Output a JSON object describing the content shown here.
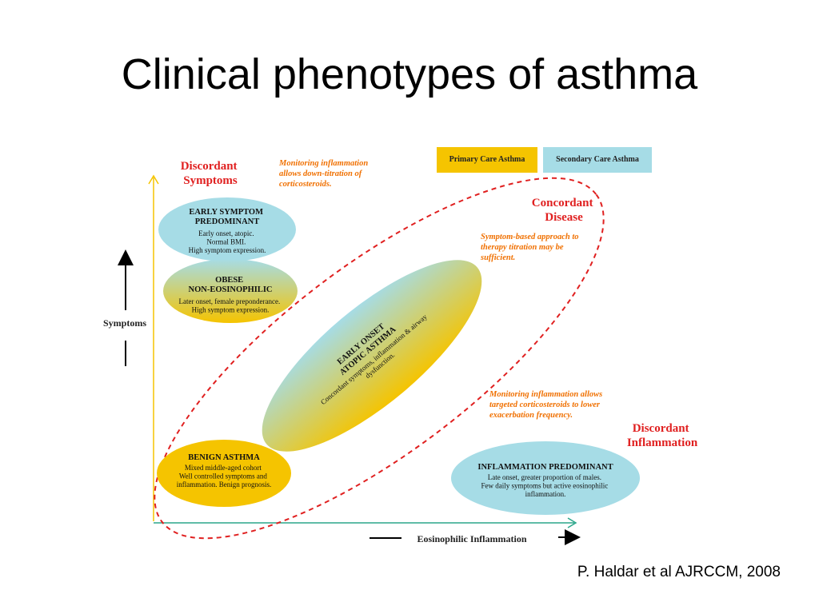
{
  "slide": {
    "title": "Clinical phenotypes of asthma",
    "citation": "P. Haldar et al AJRCCM, 2008"
  },
  "legend": {
    "primary": "Primary Care Asthma",
    "secondary": "Secondary Care Asthma"
  },
  "axes": {
    "y_label": "Symptoms",
    "x_label": "Eosinophilic Inflammation"
  },
  "labels": {
    "discordant_symptoms": [
      "Discordant",
      "Symptoms"
    ],
    "concordant_disease": [
      "Concordant",
      "Disease"
    ],
    "discordant_inflammation": [
      "Discordant",
      "Inflammation"
    ]
  },
  "notes": {
    "top": [
      "Monitoring inflammation",
      "allows down-titration of",
      "corticosteroids."
    ],
    "right": [
      "Symptom-based approach to",
      "therapy titration may be",
      "sufficient."
    ],
    "bottom": [
      "Monitoring inflammation allows",
      "targeted corticosteroids to lower",
      "exacerbation frequency."
    ]
  },
  "phenotypes": {
    "early_symptom": {
      "title": [
        "EARLY SYMPTOM",
        "PREDOMINANT"
      ],
      "desc": [
        "Early onset, atopic.",
        "Normal BMI.",
        "High symptom expression."
      ]
    },
    "obese": {
      "title": [
        "OBESE",
        "NON-EOSINOPHILIC"
      ],
      "desc": [
        "Later onset, female preponderance.",
        "High symptom expression."
      ]
    },
    "early_onset": {
      "title": [
        "EARLY ONSET",
        "ATOPIC ASTHMA"
      ],
      "desc": [
        "Concordant symptoms, inflammation & airway",
        "dysfunction."
      ]
    },
    "benign": {
      "title": [
        "BENIGN ASTHMA"
      ],
      "desc": [
        "Mixed middle-aged cohort",
        "Well controlled symptoms and",
        "inflammation. Benign prognosis."
      ]
    },
    "inflammation": {
      "title": [
        "INFLAMMATION PREDOMINANT"
      ],
      "desc": [
        "Late onset, greater proportion of males.",
        "Few daily symptoms but active eosinophilic",
        "inflammation."
      ]
    }
  },
  "colors": {
    "primary_care": "#f5c400",
    "secondary_care": "#a6dce6",
    "accent_red": "#e02020",
    "note_orange": "#f07000"
  }
}
